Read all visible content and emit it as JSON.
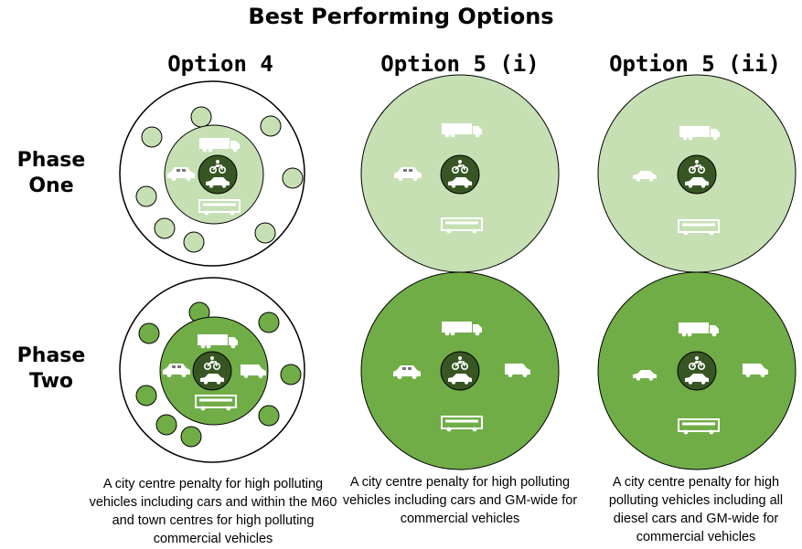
{
  "title": "Best Performing Options",
  "options": [
    {
      "label": "Option 4",
      "caption": "A city centre penalty for high polluting vehicles including cars and within the M60 and town centres for high polluting commercial vehicles"
    },
    {
      "label": "Option 5 (i)",
      "caption": "A city centre penalty for high polluting vehicles including cars and GM-wide for commercial vehicles"
    },
    {
      "label": "Option 5 (ii)",
      "caption": "A city centre penalty for high polluting vehicles including all diesel cars and GM-wide for commercial vehicles"
    }
  ],
  "phases": [
    {
      "label_line1": "Phase",
      "label_line2": "One"
    },
    {
      "label_line1": "Phase",
      "label_line2": "Two"
    }
  ],
  "colors": {
    "phase_one_light": "#c6e0b4",
    "phase_two_medium": "#70ad47",
    "center_dark": "#375623",
    "outline": "#000000"
  },
  "icons": [
    "motorbike-icon",
    "car-icon",
    "lorry-icon",
    "bus-icon",
    "van-icon",
    "taxi-icon"
  ]
}
